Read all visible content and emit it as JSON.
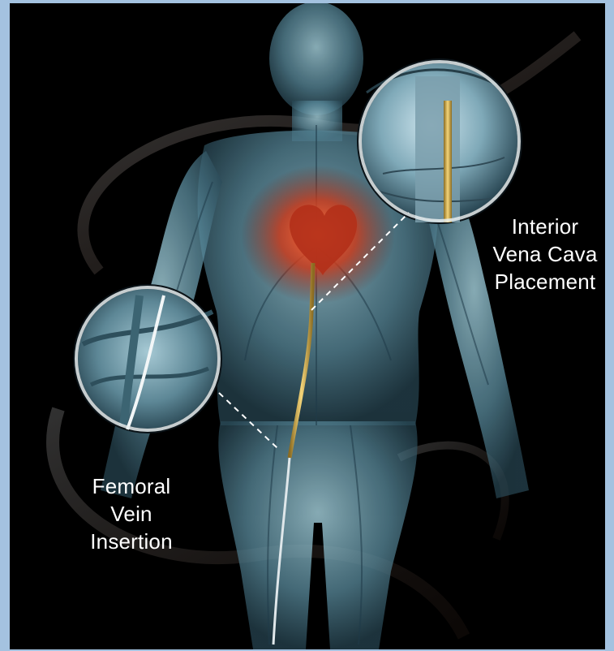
{
  "labels": {
    "interior": {
      "line1": "Interior",
      "line2": "Vena Cava",
      "line3": "Placement"
    },
    "femoral": {
      "line1": "Femoral",
      "line2": "Vein",
      "line3": "Insertion"
    }
  },
  "colors": {
    "frame": "#a4c2e0",
    "background": "#000000",
    "body": "#7fb4c6",
    "heart": "#d0401e",
    "catheter": "#d8b24a",
    "callout_line": "#ffffff"
  },
  "icons": {
    "figure": "human-anatomy-illustration",
    "magnifier_top": "vena-cava-magnifier",
    "magnifier_bottom": "femoral-vein-magnifier"
  }
}
